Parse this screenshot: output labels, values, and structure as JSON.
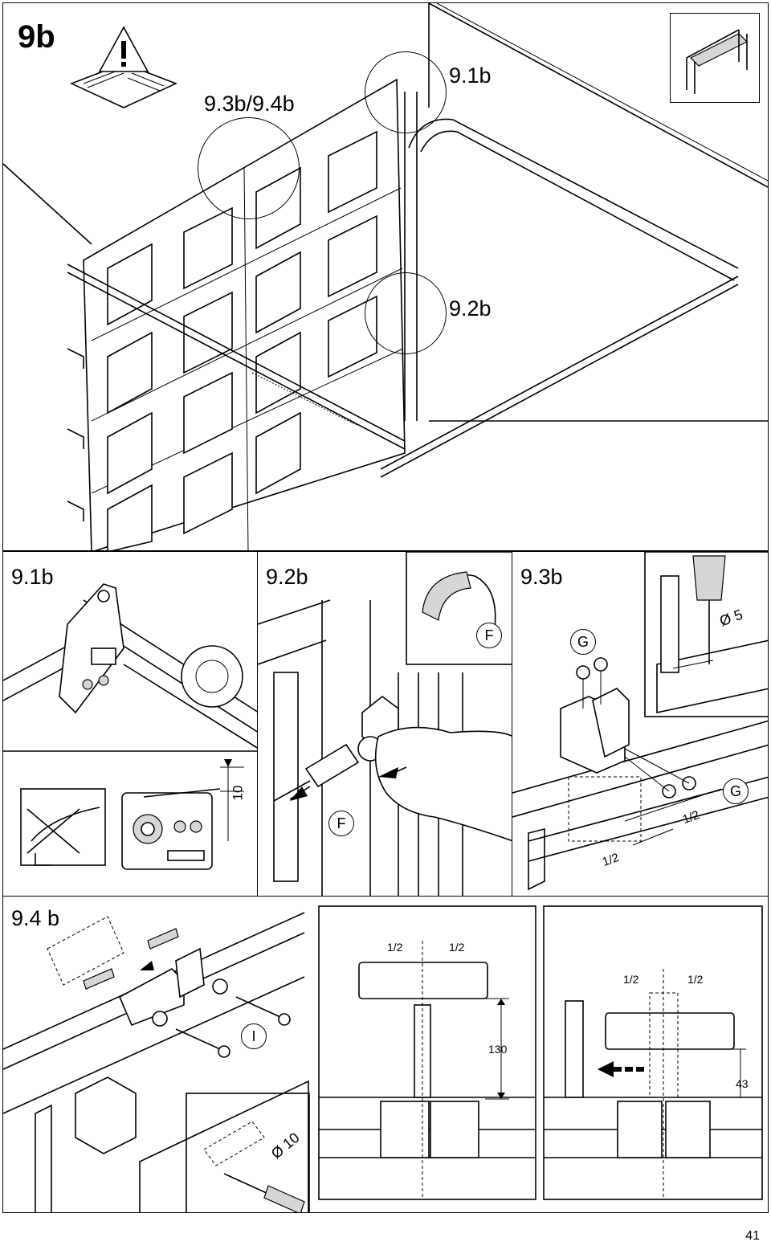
{
  "page": {
    "number": "41"
  },
  "overview": {
    "step": "9b",
    "callout_34": "9.3b/9.4b",
    "callout_1": "9.1b",
    "callout_2": "9.2b",
    "icons": [
      "manual-warning-icon",
      "track-bracket-icon"
    ]
  },
  "panel_91": {
    "title": "9.1b",
    "dimension": "10"
  },
  "panel_92": {
    "title": "9.2b",
    "part_label": "F",
    "inset_label": "F"
  },
  "panel_93": {
    "title": "9.3b",
    "part_top": "G",
    "part_side": "G",
    "drill": "Ø 5",
    "half_a": "1/2",
    "half_b": "1/2"
  },
  "panel_94": {
    "title": "9.4 b",
    "part_label": "I",
    "drill": "Ø 10",
    "mid_half_l": "1/2",
    "mid_half_r": "1/2",
    "mid_dim": "130",
    "right_half_l": "1/2",
    "right_half_r": "1/2",
    "right_dim": "43"
  }
}
